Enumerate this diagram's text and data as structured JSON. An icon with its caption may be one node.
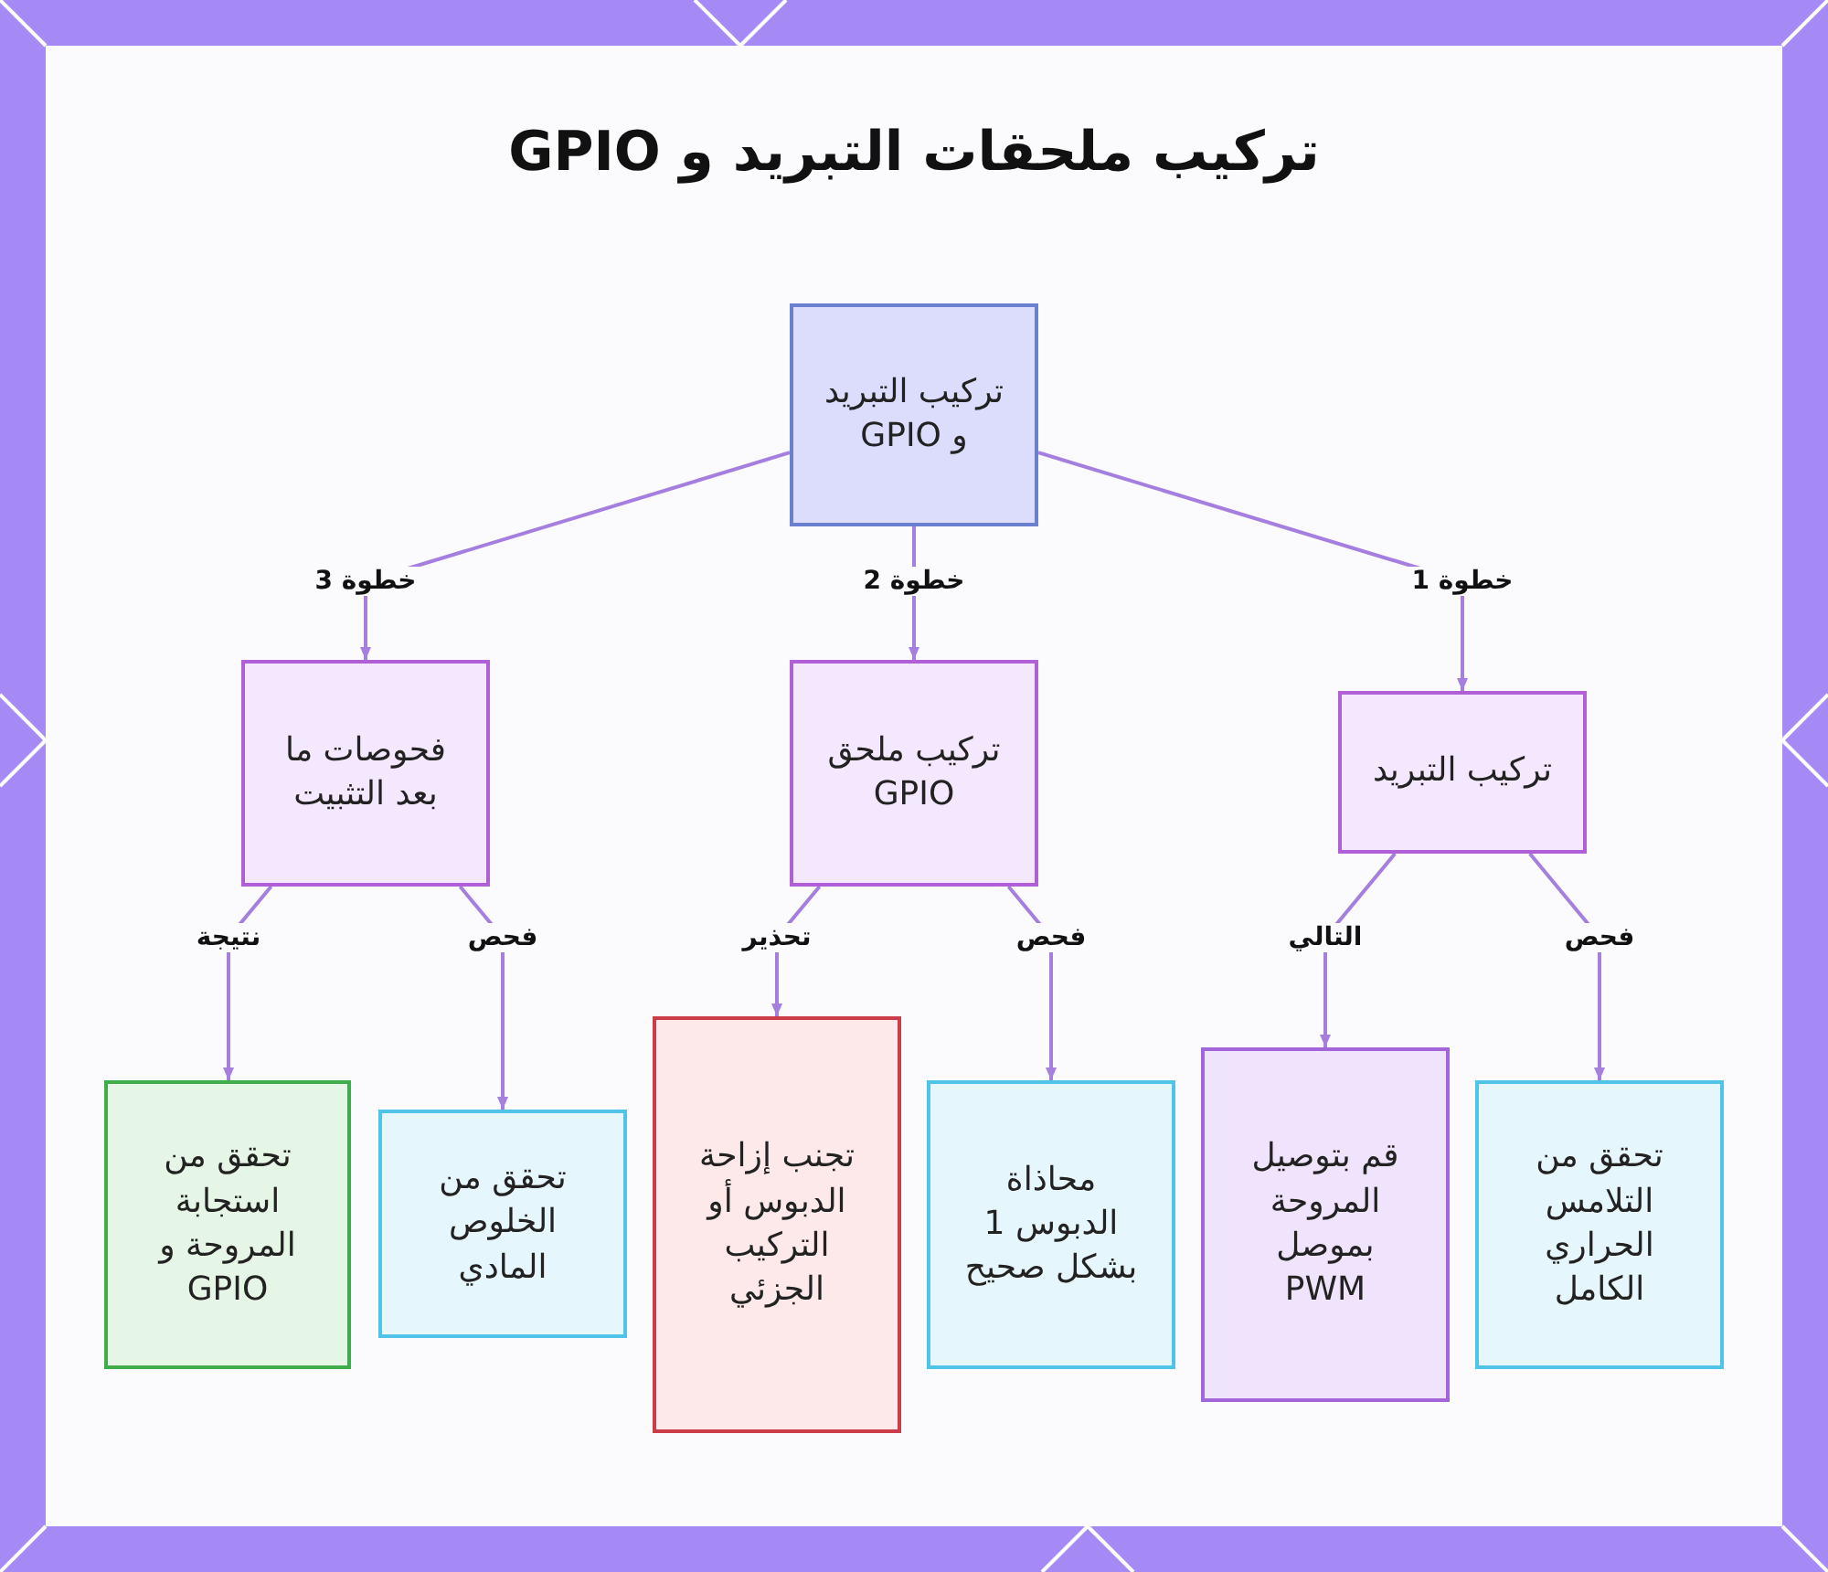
{
  "diagram": {
    "title": "تركيب ملحقات التبريد و GPIO",
    "nodes": [
      {
        "text": [
          "تركيب التبريد و GPIO"
        ]
      },
      {
        "text": [
          "فحوصات ما بعد التثبيت"
        ]
      },
      {
        "text": [
          "تركيب ملحق GPIO"
        ]
      },
      {
        "text": [
          "تركيب التبريد"
        ]
      },
      {
        "text": [
          "تحقق من استجابة المروحة و GPIO"
        ]
      },
      {
        "text": [
          "تحقق من الخلوص المادي"
        ]
      },
      {
        "text": [
          "تجنب إزاحة الدبوس أو التركيب الجزئي"
        ]
      },
      {
        "text": [
          "محاذاة الدبوس 1 بشكل صحيح"
        ]
      },
      {
        "text": [
          "قم بتوصيل المروحة بموصل PWM"
        ]
      },
      {
        "text": [
          "تحقق من التلامس الحراري الكامل"
        ]
      }
    ],
    "edges": [
      {
        "from": 0,
        "to": 3,
        "arrow": "to",
        "label": "خطوة 1"
      },
      {
        "from": 0,
        "to": 2,
        "arrow": "to",
        "label": "خطوة 2"
      },
      {
        "from": 0,
        "to": 1,
        "arrow": "to",
        "label": "خطوة 3"
      },
      {
        "from": 3,
        "to": 9,
        "arrow": "to",
        "label": "فحص"
      },
      {
        "from": 3,
        "to": 8,
        "arrow": "to",
        "label": "التالي"
      },
      {
        "from": 2,
        "to": 7,
        "arrow": "to",
        "label": "فحص"
      },
      {
        "from": 2,
        "to": 6,
        "arrow": "to",
        "label": "تحذير"
      },
      {
        "from": 1,
        "to": 5,
        "arrow": "to",
        "label": "فحص"
      },
      {
        "from": 1,
        "to": 4,
        "arrow": "to",
        "label": "نتيجة"
      }
    ]
  }
}
